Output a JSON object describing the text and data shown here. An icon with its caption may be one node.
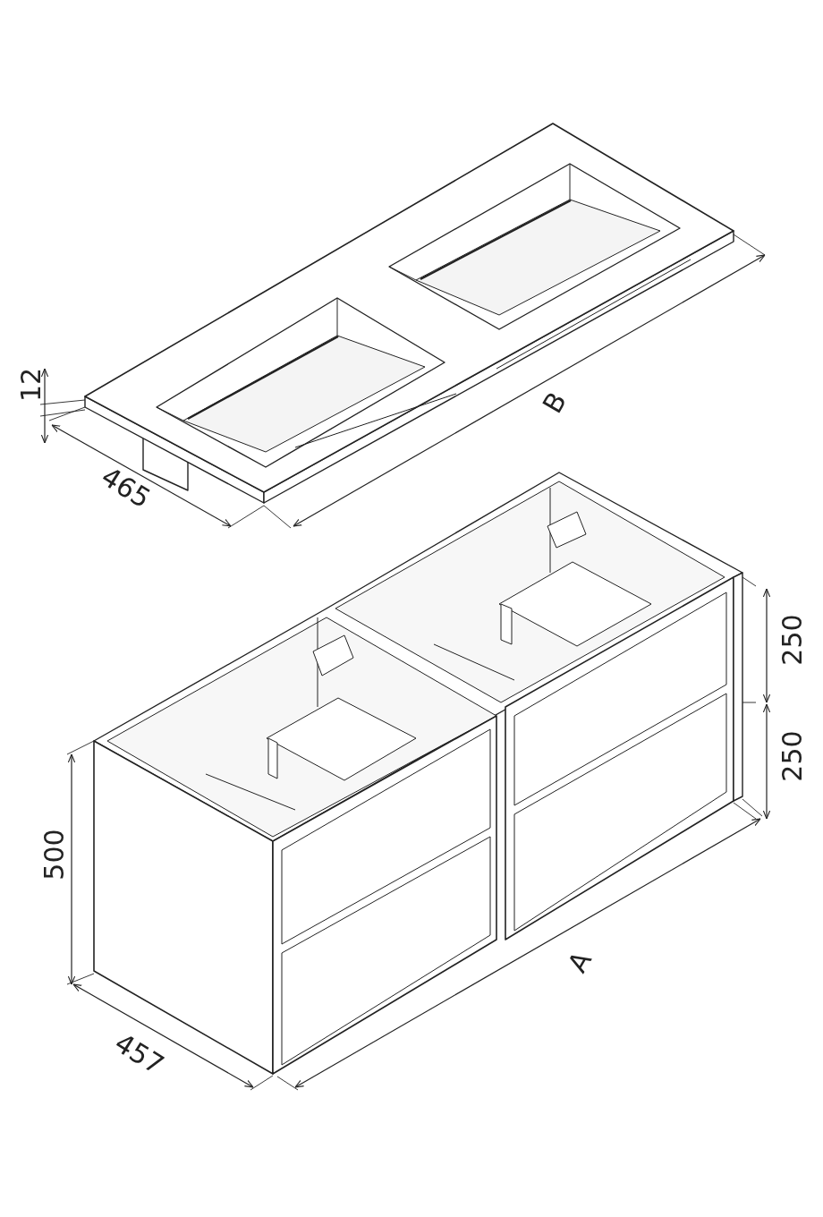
{
  "diagram": {
    "labels": [
      "12",
      "B",
      "465",
      "250",
      "250",
      "500",
      "A",
      "457"
    ]
  }
}
